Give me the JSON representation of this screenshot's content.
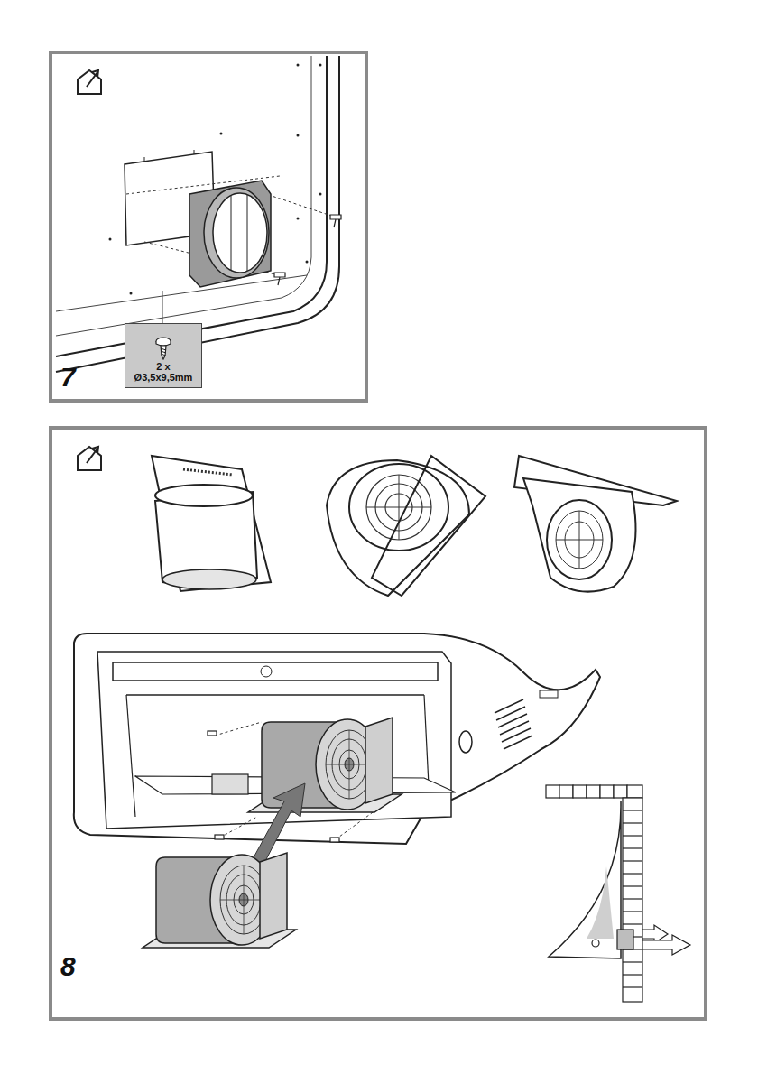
{
  "diagram": {
    "nodes": [
      {
        "text": [
          "2 x Ø3,5x9,5mm"
        ]
      }
    ],
    "labels": [
      "7",
      "8"
    ]
  }
}
